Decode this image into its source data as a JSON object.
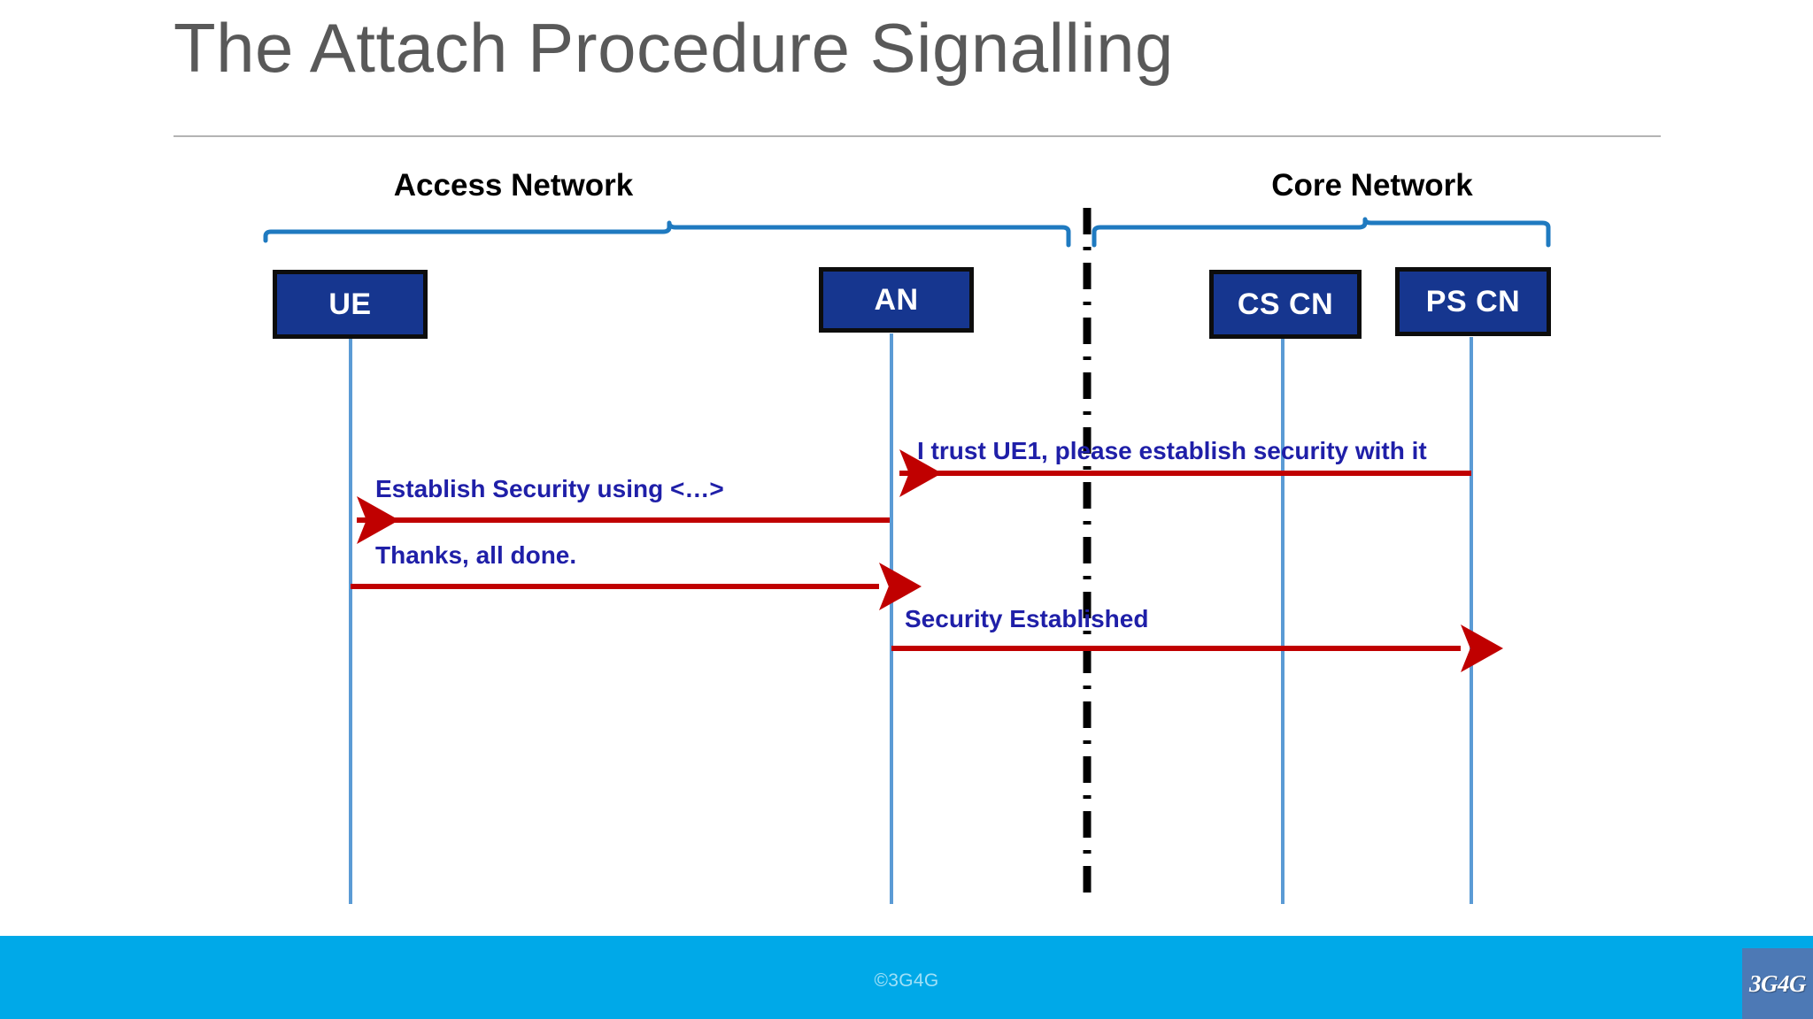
{
  "slide": {
    "title": "The Attach Procedure Signalling"
  },
  "diagram": {
    "type": "sequence-diagram",
    "groups": [
      {
        "id": "access",
        "label": "Access Network"
      },
      {
        "id": "core",
        "label": "Core Network"
      }
    ],
    "nodes": [
      {
        "id": "ue",
        "label": "UE",
        "group": "access"
      },
      {
        "id": "an",
        "label": "AN",
        "group": "access"
      },
      {
        "id": "cscn",
        "label": "CS CN",
        "group": "core"
      },
      {
        "id": "pscn",
        "label": "PS CN",
        "group": "core"
      }
    ],
    "messages": [
      {
        "index": 1,
        "from": "pscn",
        "to": "an",
        "direction": "left",
        "label": "I trust UE1, please establish security with it"
      },
      {
        "index": 2,
        "from": "an",
        "to": "ue",
        "direction": "left",
        "label": "Establish Security using <…>"
      },
      {
        "index": 3,
        "from": "ue",
        "to": "an",
        "direction": "right",
        "label": "Thanks, all done."
      },
      {
        "index": 4,
        "from": "an",
        "to": "pscn",
        "direction": "right",
        "label": "Security Established"
      }
    ],
    "divider": {
      "style": "dash-dot",
      "color": "#000000"
    },
    "colors": {
      "node_fill": "#16368f",
      "node_border": "#0d0d0d",
      "node_text": "#ffffff",
      "lifeline": "#5b9bd5",
      "arrow": "#c00000",
      "brace": "#1f7ac0",
      "message_text": "#1f1fa8",
      "title_text": "#595959",
      "footer_bar": "#00a9e8"
    }
  },
  "footer": {
    "copyright": "©3G4G",
    "logo": "3G4G"
  }
}
